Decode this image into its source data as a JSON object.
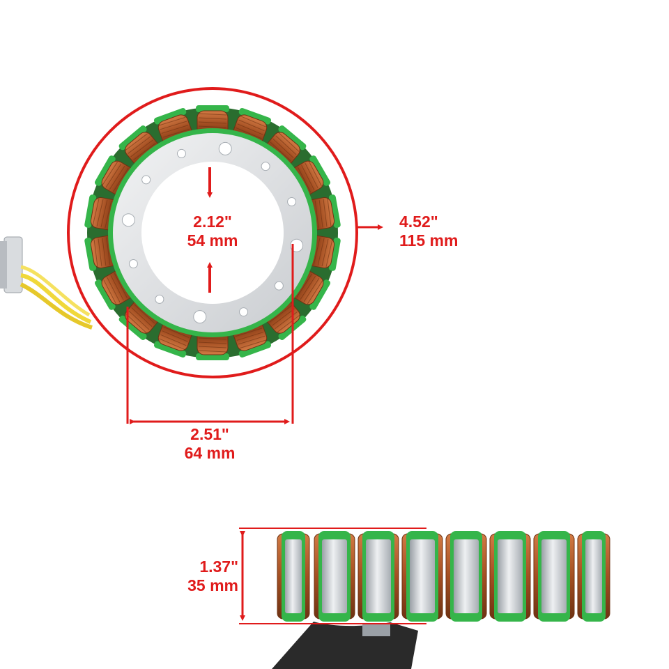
{
  "colors": {
    "dimension": "#e01b1b",
    "copper": "#b0582a",
    "copper_dark": "#6e3212",
    "insulation": "#35b54a",
    "plate": "#e4e6e8",
    "wire": "#f0d83a",
    "cable": "#2a2a2a"
  },
  "top_view": {
    "coil_count": 18,
    "dimensions": {
      "inner_diameter": {
        "inches": "2.12\"",
        "mm": "54 mm"
      },
      "outer_diameter": {
        "inches": "4.52\"",
        "mm": "115 mm"
      },
      "bolt_spacing": {
        "inches": "2.51\"",
        "mm": "64 mm"
      }
    }
  },
  "side_view": {
    "pole_count": 8,
    "dimensions": {
      "height": {
        "inches": "1.37\"",
        "mm": "35 mm"
      }
    }
  }
}
